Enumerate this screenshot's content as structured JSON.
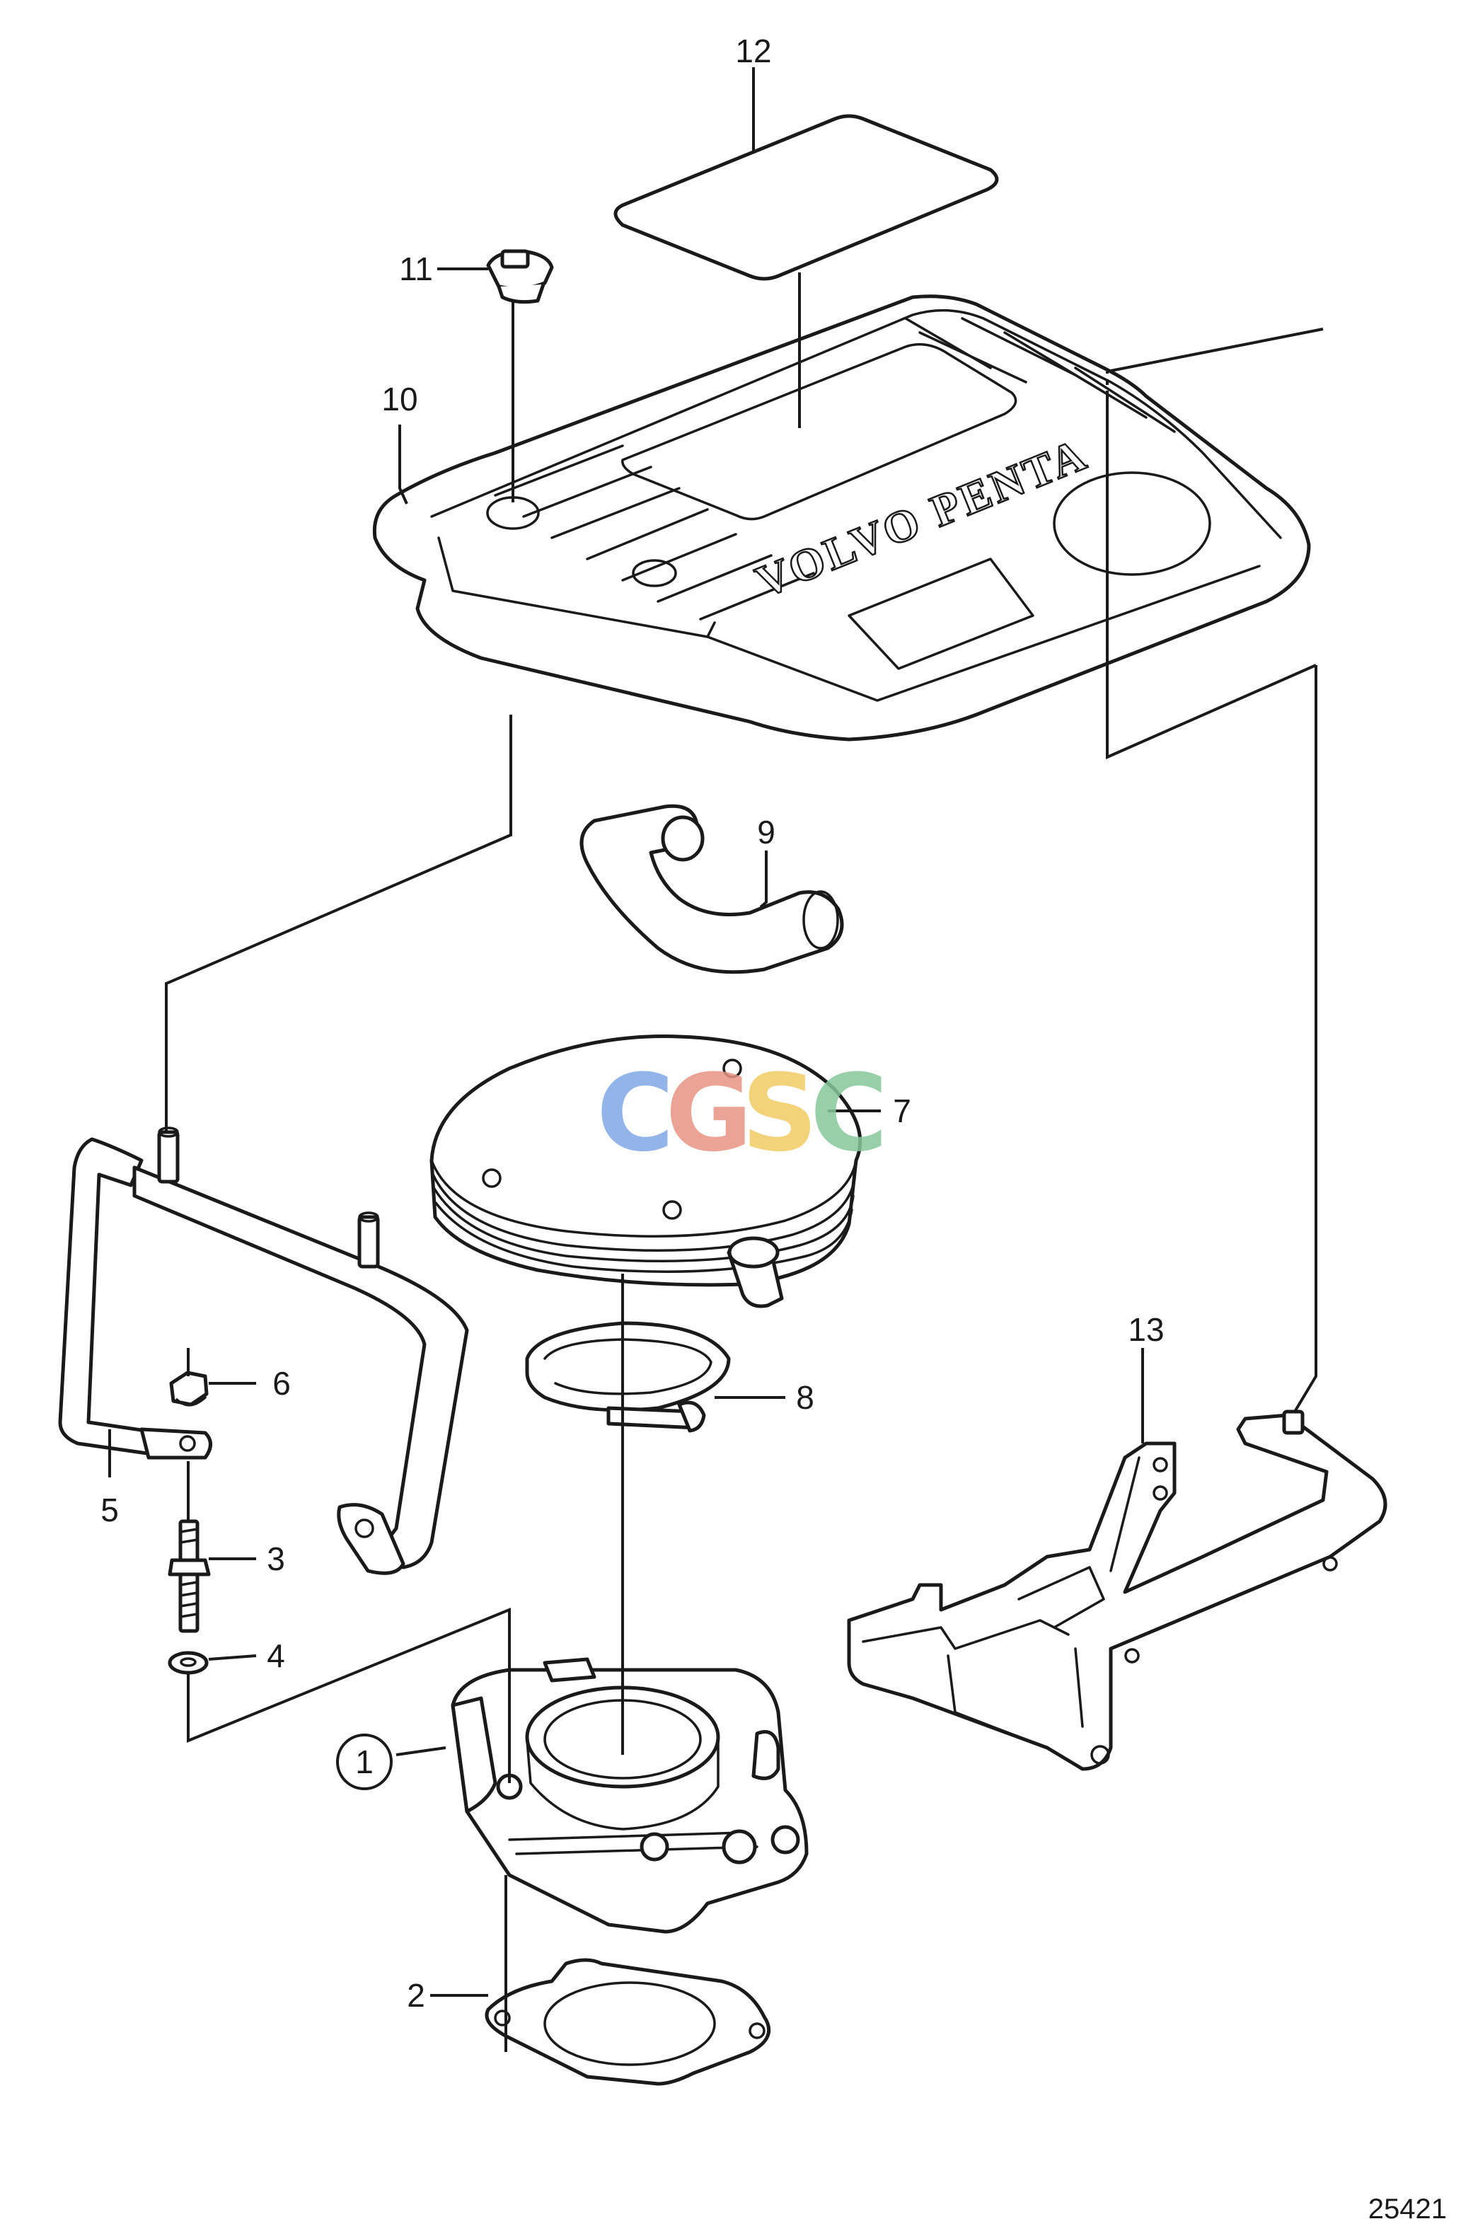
{
  "diagram": {
    "figure_number": "25421",
    "brand_mark": "VOLVO PENTA",
    "watermark": {
      "letters": [
        "C",
        "G",
        "S",
        "C"
      ],
      "colors": [
        "#7fa7e6",
        "#e89384",
        "#f2cc63",
        "#86c79a"
      ]
    },
    "callouts": {
      "p1": "1",
      "p2": "2",
      "p3": "3",
      "p4": "4",
      "p5": "5",
      "p6": "6",
      "p7": "7",
      "p8": "8",
      "p9": "9",
      "p10": "10",
      "p11": "11",
      "p12": "12",
      "p13": "13"
    }
  }
}
